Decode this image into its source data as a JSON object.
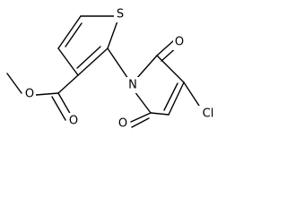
{
  "molecule": {
    "atoms": {
      "s": "S",
      "o_carbonyl": "O",
      "o_ester": "O",
      "n": "N",
      "o_top": "O",
      "o_bottom": "O",
      "cl": "Cl"
    }
  }
}
